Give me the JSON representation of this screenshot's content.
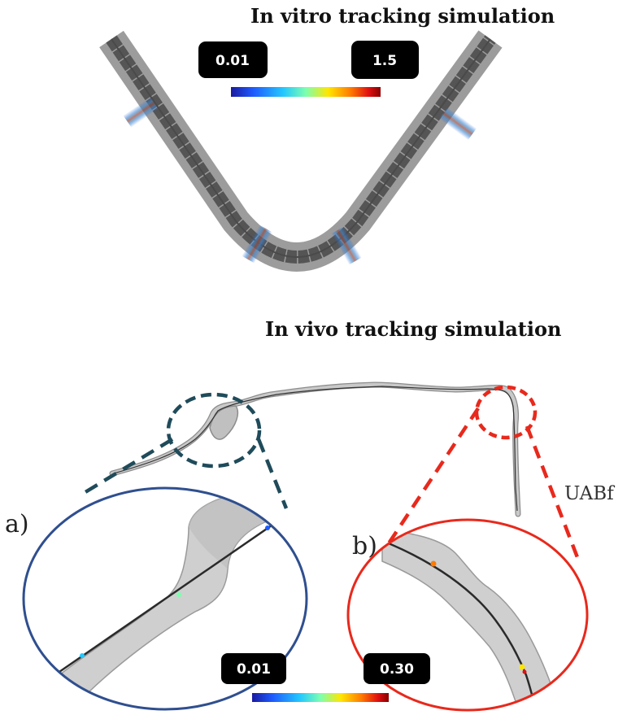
{
  "top_panel": {
    "title": "In vitro tracking simulation",
    "scale": {
      "min": "0.01",
      "max": "1.5"
    }
  },
  "bottom_panel": {
    "title": "In vivo tracking simulation",
    "inset_a_label": "a)",
    "inset_b_label": "b)",
    "vessel_label": "UABf",
    "scale": {
      "min": "0.01",
      "max": "0.30"
    }
  },
  "colors": {
    "inset_a_ring": "#2f4f8f",
    "inset_a_zoom": "#1f4b5a",
    "inset_b": "#e8291c",
    "vessel_fill": "#9a9a9a",
    "catheter": "#2a2a2a"
  },
  "colormap": [
    "#1a1aa0",
    "#1e5bff",
    "#22c8ff",
    "#7dffb0",
    "#ffe600",
    "#ff7a00",
    "#e01010",
    "#8a0000"
  ]
}
